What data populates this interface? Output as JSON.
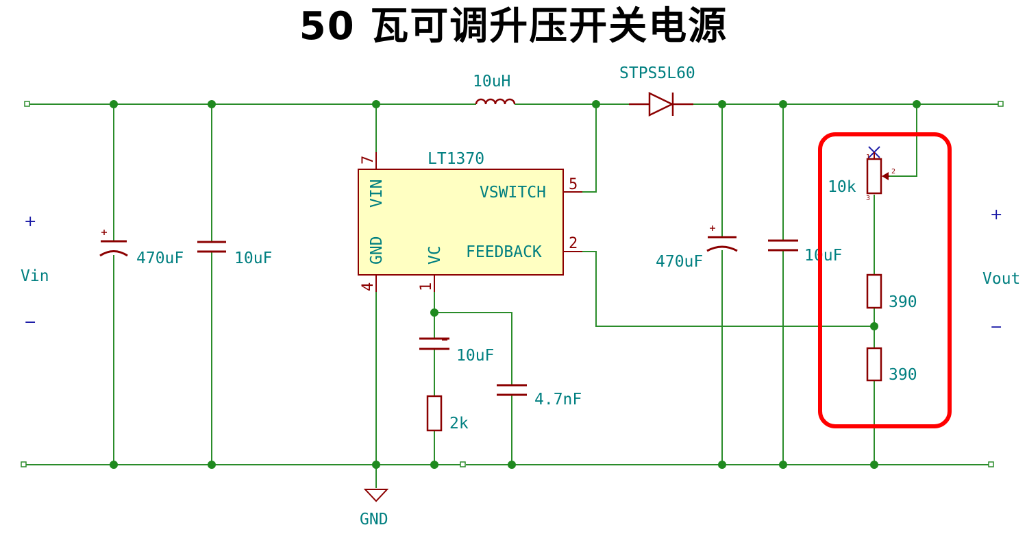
{
  "title": "50 瓦可调升压开关电源",
  "colors": {
    "wire": "#2a8c2a",
    "junction": "#1f8a1f",
    "component": "#8b0000",
    "ic_fill": "#ffffc2",
    "label": "#007f80",
    "side_label": "#1a1aa6",
    "highlight": "#ff0000"
  },
  "input": {
    "plus": "+",
    "name": "Vin",
    "minus": "−"
  },
  "output": {
    "plus": "+",
    "name": "Vout",
    "minus": "−"
  },
  "components": {
    "c_in_bulk": "470uF",
    "c_in_cer": "10uF",
    "inductor": "10uH",
    "diode": "STPS5L60",
    "c_out_bulk": "470uF",
    "c_out_cer": "10uF",
    "c_comp": "10uF",
    "r_comp": "2k",
    "c_comp2": "4.7nF",
    "pot": "10k",
    "r_fb_top": "390",
    "r_fb_bottom": "390",
    "ground": "GND"
  },
  "ic": {
    "name": "LT1370",
    "pins": {
      "vin": "VIN",
      "gnd": "GND",
      "vc": "VC",
      "vswitch": "VSWITCH",
      "feedback": "FEEDBACK"
    },
    "pin_numbers": {
      "vin": "7",
      "gnd": "4",
      "vc": "1",
      "vswitch": "5",
      "feedback": "2"
    }
  },
  "pot_pins": {
    "p1": "1",
    "p2": "2",
    "p3": "3"
  }
}
